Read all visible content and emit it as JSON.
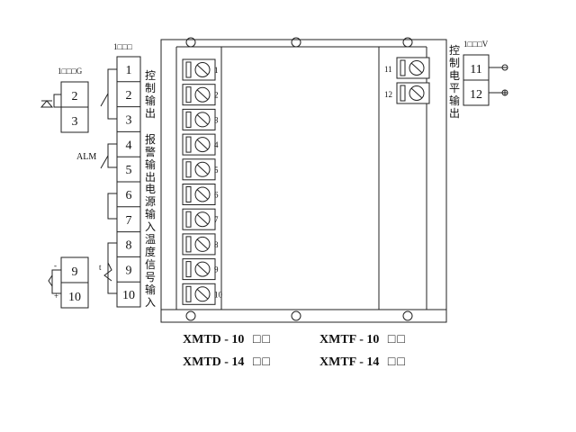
{
  "left_top_label": "1□□□",
  "ssr_label": "1□□□G",
  "alm_label": "ALM",
  "right_top_label": "1□□□V",
  "terminals_left": [
    "1",
    "2",
    "3",
    "4",
    "5",
    "6",
    "7",
    "8",
    "9",
    "10"
  ],
  "ssr_terminals": [
    "2",
    "3"
  ],
  "sensor_terminals": [
    "9",
    "10"
  ],
  "terminals_right": [
    "11",
    "12"
  ],
  "device_left_numbers": [
    "1",
    "2",
    "3",
    "4",
    "5",
    "6",
    "7",
    "8",
    "9",
    "10"
  ],
  "device_right_numbers": [
    "11",
    "12"
  ],
  "group_labels": {
    "control_output": [
      "控",
      "制",
      "输",
      "出"
    ],
    "alarm_output": [
      "报",
      "警",
      "输",
      "出"
    ],
    "power_input": [
      "电",
      "源",
      "输",
      "入"
    ],
    "temp_input": [
      "温",
      "度",
      "信",
      "号",
      "输",
      "入"
    ],
    "control_level_output": [
      "控",
      "制",
      "电",
      "平",
      "输",
      "出"
    ]
  },
  "models": [
    {
      "name": "XMTD - 10",
      "boxes": "□□"
    },
    {
      "name": "XMTF - 10",
      "boxes": "□□"
    },
    {
      "name": "XMTD - 14",
      "boxes": "□□"
    },
    {
      "name": "XMTF - 14",
      "boxes": "□□"
    }
  ]
}
